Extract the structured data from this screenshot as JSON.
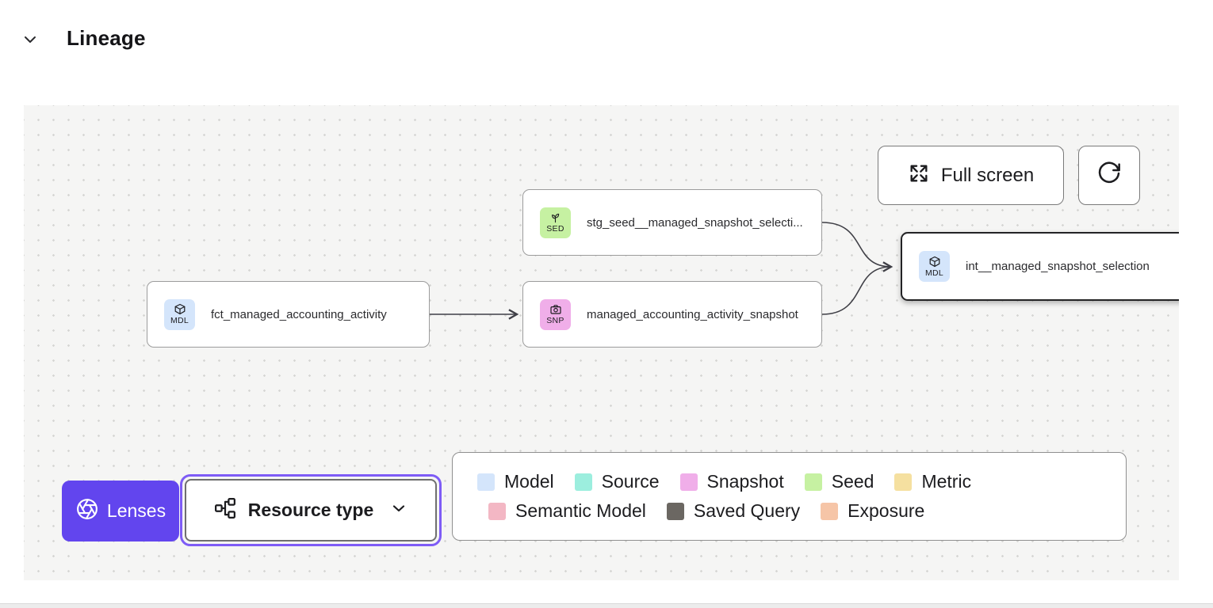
{
  "header": {
    "title": "Lineage"
  },
  "toolbar": {
    "fullscreen_label": "Full screen"
  },
  "nodes": [
    {
      "type": "seed",
      "code": "SED",
      "label": "stg_seed__managed_snapshot_selecti...",
      "color": "#c6f1a2",
      "selected": false
    },
    {
      "type": "model",
      "code": "MDL",
      "label": "fct_managed_accounting_activity",
      "color": "#d4e5fb",
      "selected": false
    },
    {
      "type": "snapshot",
      "code": "SNP",
      "label": "managed_accounting_activity_snapshot",
      "color": "#f0aee9",
      "selected": false
    },
    {
      "type": "model",
      "code": "MDL",
      "label": "int__managed_snapshot_selection",
      "color": "#d4e5fb",
      "selected": true
    }
  ],
  "lenses": {
    "label": "Lenses",
    "color": "#6245ee"
  },
  "resource_type": {
    "label": "Resource type"
  },
  "legend": {
    "row1": [
      {
        "label": "Model",
        "color": "#d4e5fb"
      },
      {
        "label": "Source",
        "color": "#9ceede"
      },
      {
        "label": "Snapshot",
        "color": "#f0aee9"
      },
      {
        "label": "Seed",
        "color": "#c6f1a2"
      },
      {
        "label": "Metric",
        "color": "#f5e0a0"
      }
    ],
    "row2": [
      {
        "label": "Semantic Model",
        "color": "#f3b7c4"
      },
      {
        "label": "Saved Query",
        "color": "#6b6762"
      },
      {
        "label": "Exposure",
        "color": "#f6c5a7"
      }
    ]
  }
}
